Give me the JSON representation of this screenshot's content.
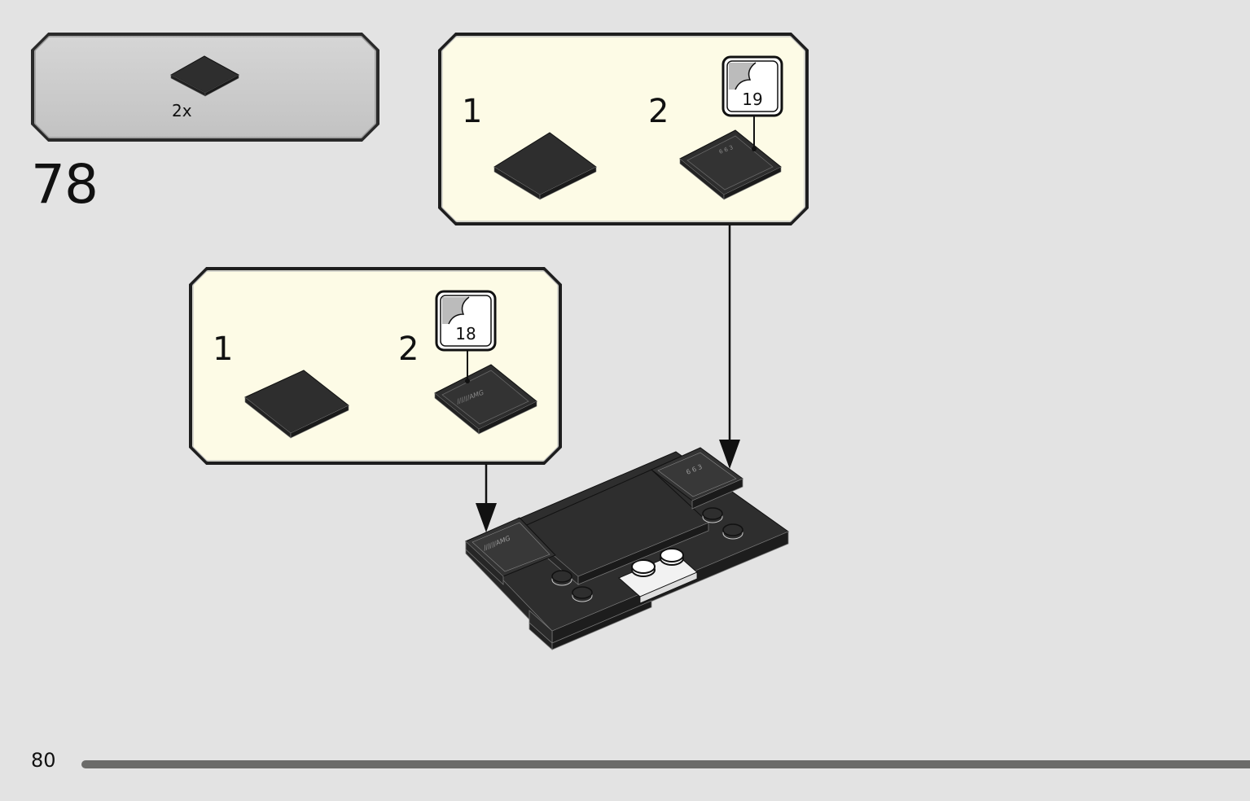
{
  "step": {
    "number": "78"
  },
  "parts_list": {
    "quantity": "2x",
    "part_icon": "dark-flat-tile-icon"
  },
  "sub_step_a": {
    "step_1_label": "1",
    "step_2_label": "2",
    "sticker_number": "19"
  },
  "sub_step_b": {
    "step_1_label": "1",
    "step_2_label": "2",
    "sticker_number": "18"
  },
  "footer": {
    "page_number": "80",
    "progress_fraction": 1.0
  },
  "colors": {
    "background": "#e3e3e3",
    "callout_fill": "#fdfbe6",
    "parts_fill": "#c8c8c8",
    "brick_dark": "#2e2e2e",
    "progress_bar": "#6b6b69"
  }
}
